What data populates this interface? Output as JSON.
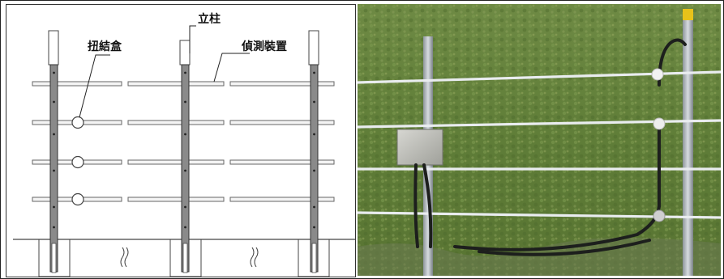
{
  "diagram": {
    "labels": {
      "post": "立柱",
      "junction_box": "扭結盒",
      "detector": "偵測裝置"
    }
  },
  "colors": {
    "post_fill": "#8a8a8a",
    "wire_fill": "#f2f2f2",
    "ground_line": "#555555",
    "photo_grass": "#6f8c45"
  },
  "photo": {
    "description_hidden": ""
  }
}
